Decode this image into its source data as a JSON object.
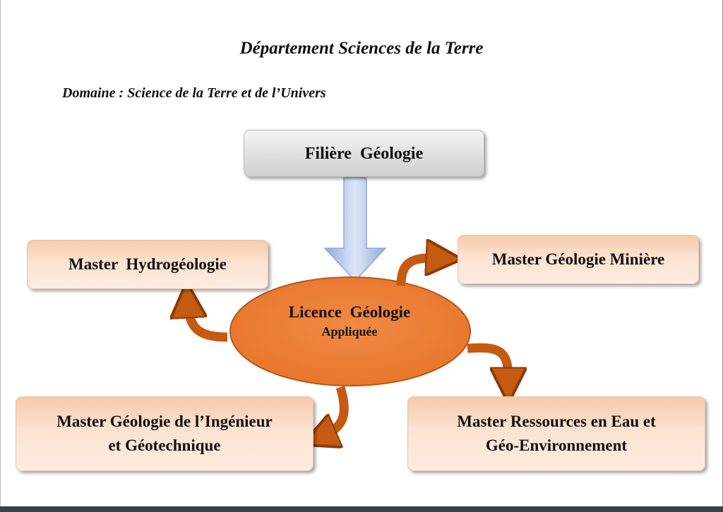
{
  "title": "Département Sciences de la Terre",
  "subtitle": "Domaine : Science de la Terre et de l’Univers",
  "filiere": "Filière  Géologie",
  "center": {
    "line1": "Licence  Géologie",
    "line2": "Appliquée"
  },
  "masters": {
    "hydro": "Master  Hydrogéologie",
    "miniere": "Master Géologie Minière",
    "ingenieur_line1": "Master Géologie de l’Ingénieur",
    "ingenieur_line2": "et Géotechnique",
    "ressources_line1": "Master Ressources en Eau et",
    "ressources_line2": "Géo-Environnement"
  },
  "colors": {
    "ellipse": "#ed7d31",
    "arrow": "#c55a11",
    "down_arrow": "#a9c1ea",
    "box_orange": "#f8cbad",
    "box_grey": "#d9d9d9"
  }
}
